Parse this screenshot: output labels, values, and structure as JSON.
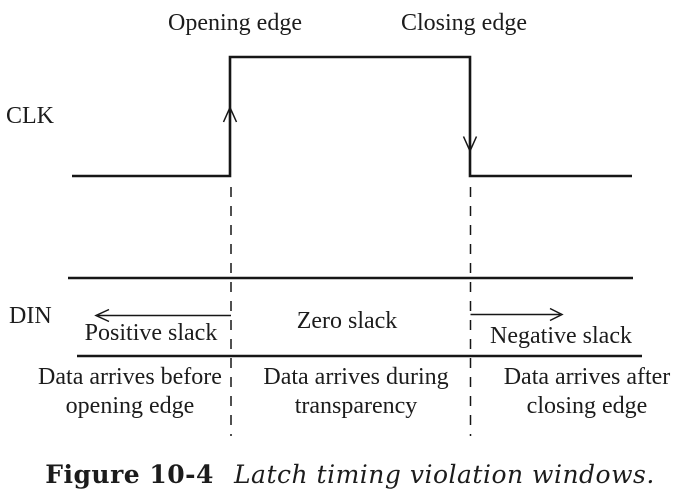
{
  "figure": {
    "signals": {
      "clock_label": "CLK",
      "data_label": "DIN"
    },
    "edge_labels": {
      "opening": "Opening edge",
      "closing": "Closing edge"
    },
    "regions": [
      {
        "slack": "Positive slack",
        "description_line1": "Data arrives before",
        "description_line2": "opening edge"
      },
      {
        "slack": "Zero slack",
        "description_line1": "Data arrives during",
        "description_line2": "transparency"
      },
      {
        "slack": "Negative slack",
        "description_line1": "Data arrives after",
        "description_line2": "closing edge"
      }
    ],
    "caption": {
      "label": "Figure 10-4",
      "title": "Latch timing violation windows."
    },
    "colors": {
      "line": "#161616",
      "text": "#1c1c1c",
      "background": "#ffffff"
    }
  }
}
